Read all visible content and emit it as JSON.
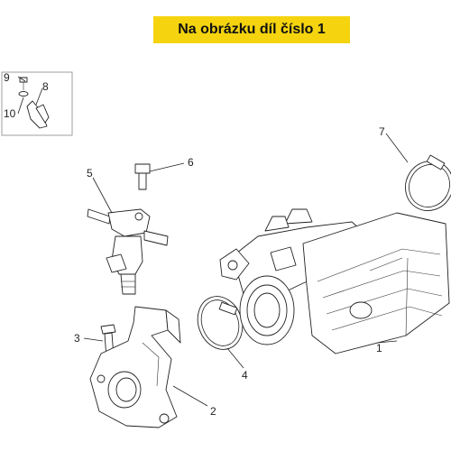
{
  "banner": {
    "text": "Na obrázku díl číslo 1",
    "color": "#f5d40f"
  },
  "callouts": {
    "n1": "1",
    "n2": "2",
    "n3": "3",
    "n4": "4",
    "n5": "5",
    "n6": "6",
    "n7": "7",
    "n8": "8",
    "n9": "9",
    "n10": "10"
  },
  "parts": {
    "throttle_body": "throttle-body-icon",
    "manifold": "intake-manifold-icon",
    "injector": "fuel-injector-icon",
    "hose_clamp_small": "hose-clamp-icon",
    "hose_clamp_large": "hose-clamp-icon",
    "screw": "screw-icon",
    "bracket": "bracket-icon"
  }
}
